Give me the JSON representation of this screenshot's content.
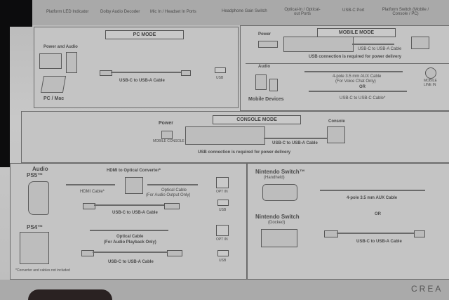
{
  "header_labels": {
    "led": "Platform LED Indicator",
    "dolby": "Dolby Audio Decoder",
    "mic": "Mic In / Headset In Ports",
    "gain": "Headphone Gain Switch",
    "optical": "Optical-In / Optical-out Ports",
    "usbport": "USB-C Port",
    "platform": "Platform Switch (Mobile / Console / PC)"
  },
  "pc_mode": {
    "title": "PC MODE",
    "power_audio": "Power and Audio",
    "device": "PC / Mac",
    "cable": "USB-C to USB-A Cable",
    "port": "USB"
  },
  "mobile_mode": {
    "title": "MOBILE MODE",
    "power": "Power",
    "power_cable": "USB-C to USB-A Cable",
    "power_note": "USB connection is required for power delivery",
    "audio": "Audio",
    "device": "Mobile Devices",
    "aux_cable": "4-pole 3.5 mm AUX Cable",
    "aux_note": "(For Voice Chat Only)",
    "or": "OR",
    "usbc_cable": "USB-C to USB-C Cable*",
    "right_label": "MOBILE LINE IN"
  },
  "console_mode": {
    "title": "CONSOLE MODE",
    "power": "Power",
    "cable": "USB-C to USB-A Cable",
    "console": "Console",
    "note": "USB connection is required for power delivery",
    "switch_label": "MOBILE CONSOLE PC"
  },
  "audio_section": {
    "audio": "Audio",
    "ps5": "PS5™",
    "ps4": "PS4™",
    "hdmi_converter": "HDMI to Optical Converter*",
    "hdmi_cable": "HDMI Cable*",
    "optical_cable_1": "Optical Cable",
    "optical_note_1": "(For Audio Output Only)",
    "opt_in": "OPT IN",
    "usb": "USB",
    "usb_cable": "USB-C to USB-A Cable",
    "optical_cable_2": "Optical Cable",
    "optical_note_2": "(For Audio Playback Only)",
    "footnote": "*Converter and cables not included"
  },
  "switch_section": {
    "handheld_title": "Nintendo Switch™",
    "handheld_sub": "(Handheld)",
    "docked_title": "Nintendo Switch",
    "docked_sub": "(Docked)",
    "aux_cable": "4-pole 3.5 mm AUX Cable",
    "or": "OR",
    "usb_cable": "USB-C to USB-A Cable"
  },
  "brand": "CREA"
}
